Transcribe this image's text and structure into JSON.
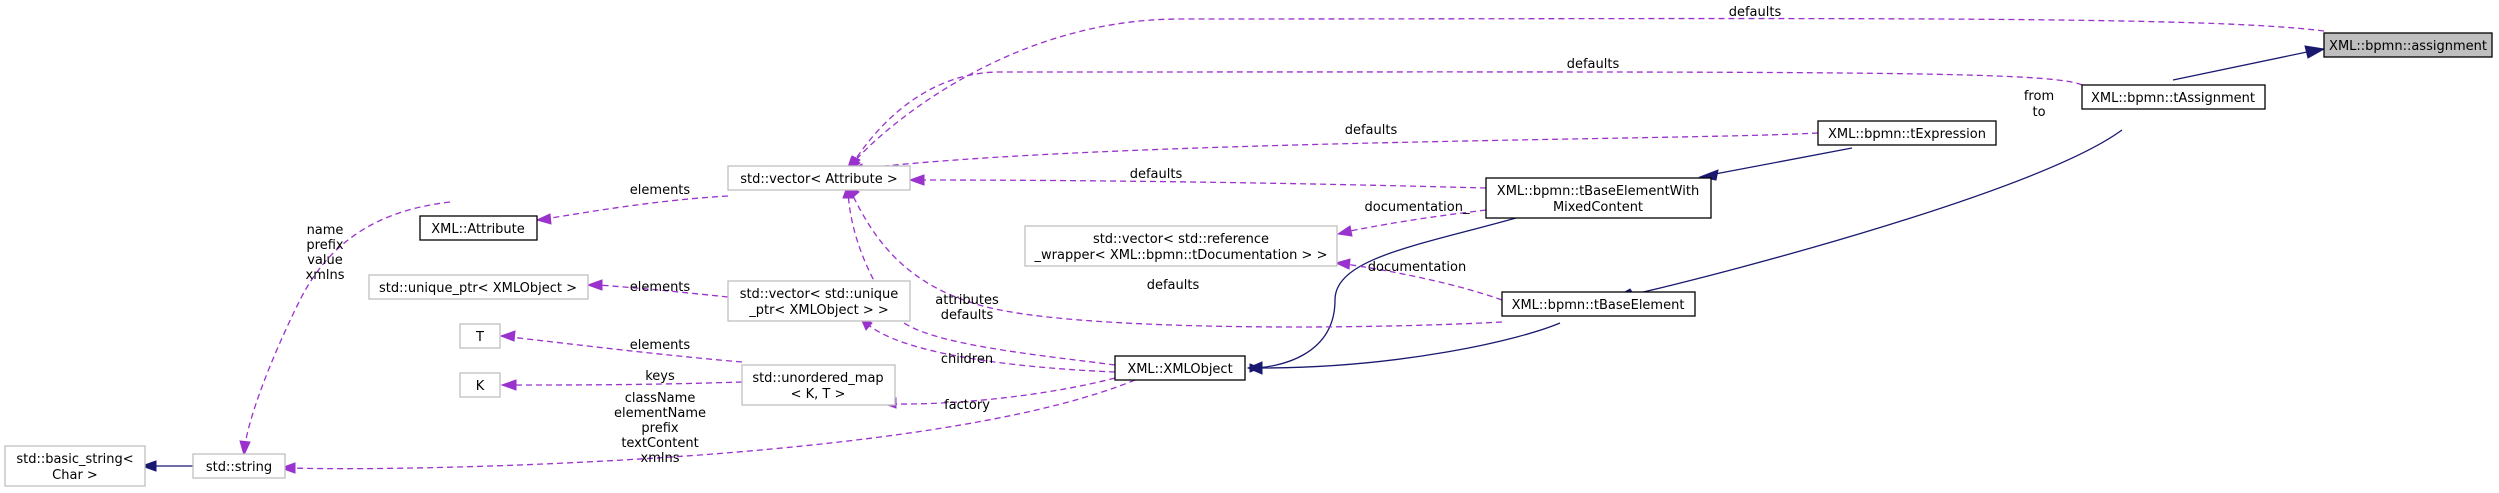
{
  "nodes": {
    "assignment": "XML::bpmn::assignment",
    "tAssignment": "XML::bpmn::tAssignment",
    "tExpression": "XML::bpmn::tExpression",
    "tBaseElementWithMixedContent": [
      "XML::bpmn::tBaseElementWith",
      "MixedContent"
    ],
    "tBaseElement": "XML::bpmn::tBaseElement",
    "XMLObject": "XML::XMLObject",
    "vectorAttribute": "std::vector< Attribute >",
    "vectorRefWrapper": [
      "std::vector< std::reference",
      "_wrapper< XML::bpmn::tDocumentation > >"
    ],
    "attribute": "XML::Attribute",
    "uniquePtr": "std::unique_ptr< XMLObject >",
    "vectorUniquePtr": [
      "std::vector< std::unique",
      "_ptr< XMLObject > >"
    ],
    "T": "T",
    "K": "K",
    "unorderedMap": [
      "std::unordered_map",
      "< K, T >"
    ],
    "basicString": [
      "std::basic_string<",
      "Char >"
    ],
    "string": "std::string"
  },
  "edge_labels": {
    "defaults_top": "defaults",
    "defaults_tAssignment": "defaults",
    "defaults_tExpression": "defaults",
    "defaults_mixed": "defaults",
    "from_to": [
      "from",
      "to"
    ],
    "elements_attr": "elements",
    "documentation_": "documentation_",
    "documentation": "documentation",
    "defaults_base": "defaults",
    "attributes_defaults": [
      "attributes",
      "defaults"
    ],
    "elements_unique": "elements",
    "elements_T": "elements",
    "keys": "keys",
    "children": "children",
    "factory": "factory",
    "attr_string_fields": [
      "name",
      "prefix",
      "value",
      "xmlns"
    ],
    "xmlobject_string_fields": [
      "className",
      "elementName",
      "prefix",
      "textContent",
      "xmlns"
    ]
  }
}
